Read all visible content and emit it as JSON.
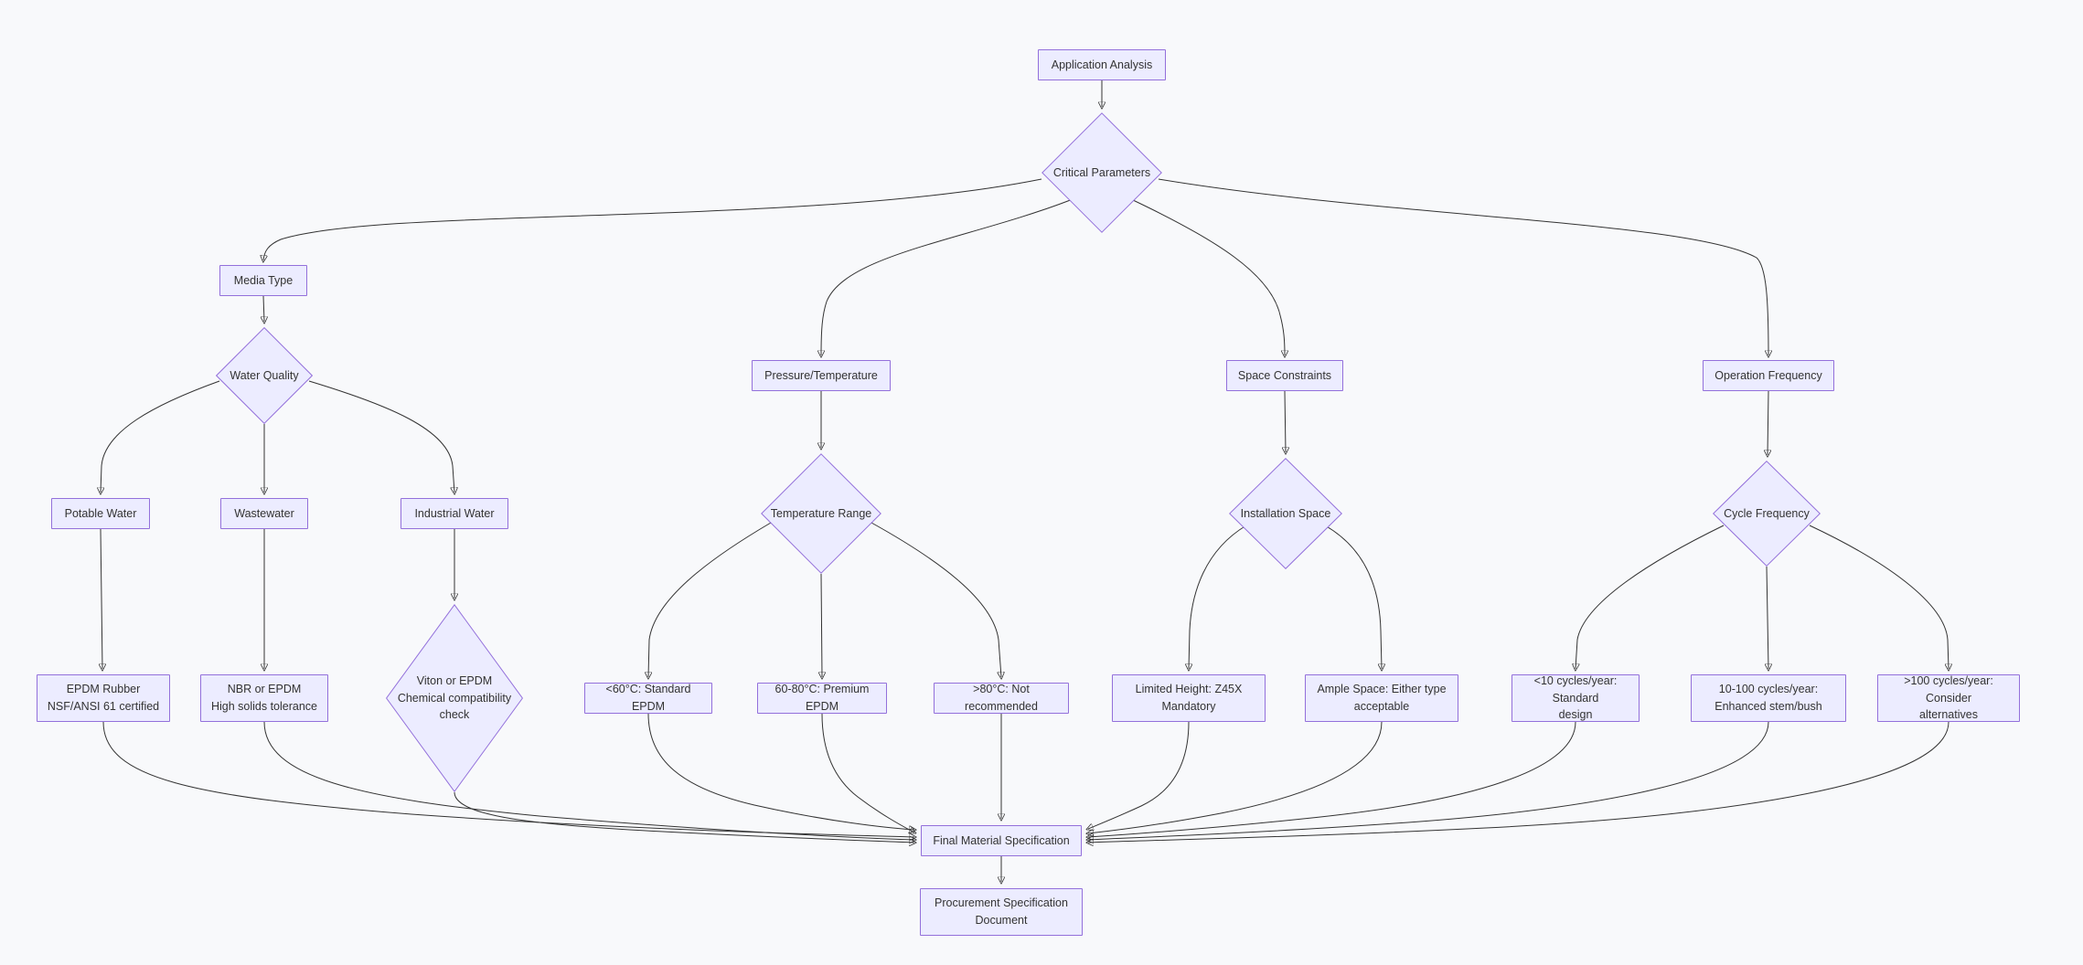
{
  "diagram": {
    "type": "flowchart",
    "direction": "top-down",
    "colors": {
      "node_fill": "#ECECFF",
      "node_border": "#9370DB",
      "edge": "#333333",
      "text": "#333333",
      "background": "#f8f9fb"
    }
  },
  "nodes": {
    "application_analysis": {
      "label": "Application Analysis",
      "shape": "rect"
    },
    "critical_parameters": {
      "label": "Critical Parameters",
      "shape": "diamond"
    },
    "media_type": {
      "label": "Media Type",
      "shape": "rect"
    },
    "water_quality": {
      "label": "Water Quality",
      "shape": "diamond"
    },
    "pressure_temperature": {
      "label": "Pressure/Temperature",
      "shape": "rect"
    },
    "space_constraints": {
      "label": "Space Constraints",
      "shape": "rect"
    },
    "operation_frequency": {
      "label": "Operation Frequency",
      "shape": "rect"
    },
    "potable_water": {
      "label": "Potable Water",
      "shape": "rect"
    },
    "wastewater": {
      "label": "Wastewater",
      "shape": "rect"
    },
    "industrial_water": {
      "label": "Industrial Water",
      "shape": "rect"
    },
    "temperature_range": {
      "label": "Temperature Range",
      "shape": "diamond"
    },
    "installation_space": {
      "label": "Installation Space",
      "shape": "diamond"
    },
    "cycle_frequency": {
      "label": "Cycle Frequency",
      "shape": "diamond"
    },
    "epdm_rubber": {
      "label": "EPDM Rubber\nNSF/ANSI 61 certified",
      "shape": "rect"
    },
    "nbr_epdm": {
      "label": "NBR or EPDM\nHigh solids tolerance",
      "shape": "rect"
    },
    "viton_epdm": {
      "label": "Viton or EPDM\nChemical compatibility\ncheck",
      "shape": "diamond"
    },
    "temp_lt60": {
      "label": "<60°C: Standard EPDM",
      "shape": "rect"
    },
    "temp_60_80": {
      "label": "60-80°C: Premium EPDM",
      "shape": "rect"
    },
    "temp_gt80": {
      "label": ">80°C: Not recommended",
      "shape": "rect"
    },
    "limited_height": {
      "label": "Limited Height: Z45X\nMandatory",
      "shape": "rect"
    },
    "ample_space": {
      "label": "Ample Space: Either type\nacceptable",
      "shape": "rect"
    },
    "cycles_lt10": {
      "label": "<10 cycles/year: Standard\ndesign",
      "shape": "rect"
    },
    "cycles_10_100": {
      "label": "10-100 cycles/year:\nEnhanced stem/bush",
      "shape": "rect"
    },
    "cycles_gt100": {
      "label": ">100 cycles/year: Consider\nalternatives",
      "shape": "rect"
    },
    "final_spec": {
      "label": "Final Material Specification",
      "shape": "rect"
    },
    "procurement_doc": {
      "label": "Procurement Specification\nDocument",
      "shape": "rect"
    }
  },
  "edges": [
    {
      "from": "application_analysis",
      "to": "critical_parameters"
    },
    {
      "from": "critical_parameters",
      "to": "media_type"
    },
    {
      "from": "critical_parameters",
      "to": "pressure_temperature"
    },
    {
      "from": "critical_parameters",
      "to": "space_constraints"
    },
    {
      "from": "critical_parameters",
      "to": "operation_frequency"
    },
    {
      "from": "media_type",
      "to": "water_quality"
    },
    {
      "from": "water_quality",
      "to": "potable_water"
    },
    {
      "from": "water_quality",
      "to": "wastewater"
    },
    {
      "from": "water_quality",
      "to": "industrial_water"
    },
    {
      "from": "potable_water",
      "to": "epdm_rubber"
    },
    {
      "from": "wastewater",
      "to": "nbr_epdm"
    },
    {
      "from": "industrial_water",
      "to": "viton_epdm"
    },
    {
      "from": "pressure_temperature",
      "to": "temperature_range"
    },
    {
      "from": "temperature_range",
      "to": "temp_lt60"
    },
    {
      "from": "temperature_range",
      "to": "temp_60_80"
    },
    {
      "from": "temperature_range",
      "to": "temp_gt80"
    },
    {
      "from": "space_constraints",
      "to": "installation_space"
    },
    {
      "from": "installation_space",
      "to": "limited_height"
    },
    {
      "from": "installation_space",
      "to": "ample_space"
    },
    {
      "from": "operation_frequency",
      "to": "cycle_frequency"
    },
    {
      "from": "cycle_frequency",
      "to": "cycles_lt10"
    },
    {
      "from": "cycle_frequency",
      "to": "cycles_10_100"
    },
    {
      "from": "cycle_frequency",
      "to": "cycles_gt100"
    },
    {
      "from": "epdm_rubber",
      "to": "final_spec"
    },
    {
      "from": "nbr_epdm",
      "to": "final_spec"
    },
    {
      "from": "viton_epdm",
      "to": "final_spec"
    },
    {
      "from": "temp_lt60",
      "to": "final_spec"
    },
    {
      "from": "temp_60_80",
      "to": "final_spec"
    },
    {
      "from": "temp_gt80",
      "to": "final_spec"
    },
    {
      "from": "limited_height",
      "to": "final_spec"
    },
    {
      "from": "ample_space",
      "to": "final_spec"
    },
    {
      "from": "cycles_lt10",
      "to": "final_spec"
    },
    {
      "from": "cycles_10_100",
      "to": "final_spec"
    },
    {
      "from": "cycles_gt100",
      "to": "final_spec"
    },
    {
      "from": "final_spec",
      "to": "procurement_doc"
    }
  ]
}
